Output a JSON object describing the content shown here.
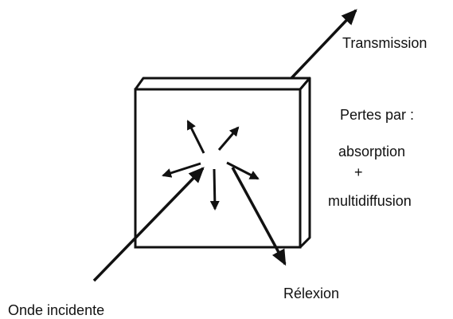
{
  "labels": {
    "transmission": "Transmission",
    "pertes_par": "Pertes par :",
    "absorption": "absorption",
    "plus": "+",
    "multidiffusion": "multidiffusion",
    "reflexion": "Rélexion",
    "onde_incidente": "Onde incidente"
  },
  "colors": {
    "ink": "#111111",
    "slab_front": "#ffffff",
    "slab_side": "#ffffff",
    "background": "#ffffff"
  }
}
